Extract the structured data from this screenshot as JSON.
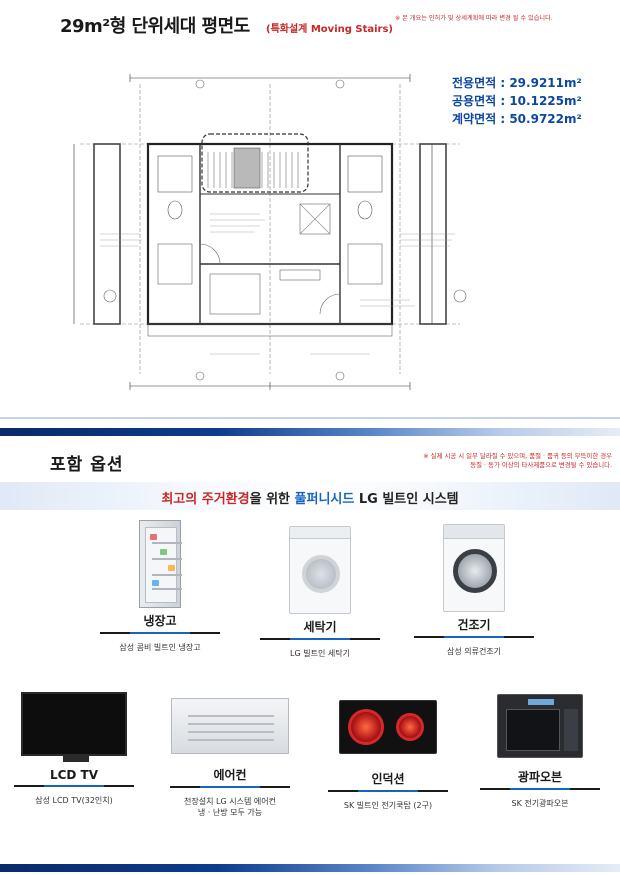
{
  "header": {
    "title": "29m²형 단위세대 평면도",
    "subtitle": "(특화설계 Moving Stairs)",
    "note": "※ 본 개요는 인허가 및 상세계획에 따라 변경 될 수 있습니다."
  },
  "areas": [
    {
      "label": "전용면적",
      "value": ": 29.9211m²"
    },
    {
      "label": "공용면적",
      "value": ": 10.1225m²"
    },
    {
      "label": "계약면적",
      "value": ": 50.9722m²"
    }
  ],
  "options": {
    "title": "포함 옵션",
    "note_line1": "※ 실제 시공 시 일부 달라질 수 있으며, 품절 · 품귀 등의 부득이한 경우",
    "note_line2": "동질 · 동가 이상의 타사제품으로 변경될 수 있습니다.",
    "banner": {
      "part1": "최고의 주거환경",
      "part2": "을 위한 ",
      "part3": "풀퍼니시드",
      "part4": " LG 빌트인 시스템"
    },
    "items": [
      {
        "name": "냉장고",
        "desc": "삼성 콤비 빌트인 냉장고",
        "icon": "fridge-icon"
      },
      {
        "name": "세탁기",
        "desc": "LG 빌트인 세탁기",
        "icon": "washer-icon"
      },
      {
        "name": "건조기",
        "desc": "삼성 의류건조기",
        "icon": "dryer-icon"
      },
      {
        "name": "LCD TV",
        "desc": "삼성 LCD TV(32인치)",
        "icon": "tv-icon"
      },
      {
        "name": "에어컨",
        "desc": "천장설치 LG 시스템 에어컨",
        "desc2": "냉 · 난방 모두 가능",
        "icon": "air-conditioner-icon"
      },
      {
        "name": "인덕션",
        "desc": "SK 빌트인 전기쿡탑 (2구)",
        "icon": "cooktop-icon"
      },
      {
        "name": "광파오븐",
        "desc": "SK 전기광파오븐",
        "icon": "oven-icon"
      }
    ]
  },
  "colors": {
    "accent_red": "#c62828",
    "accent_blue": "#0d47a1",
    "band_dark": "#0a2a6b"
  }
}
